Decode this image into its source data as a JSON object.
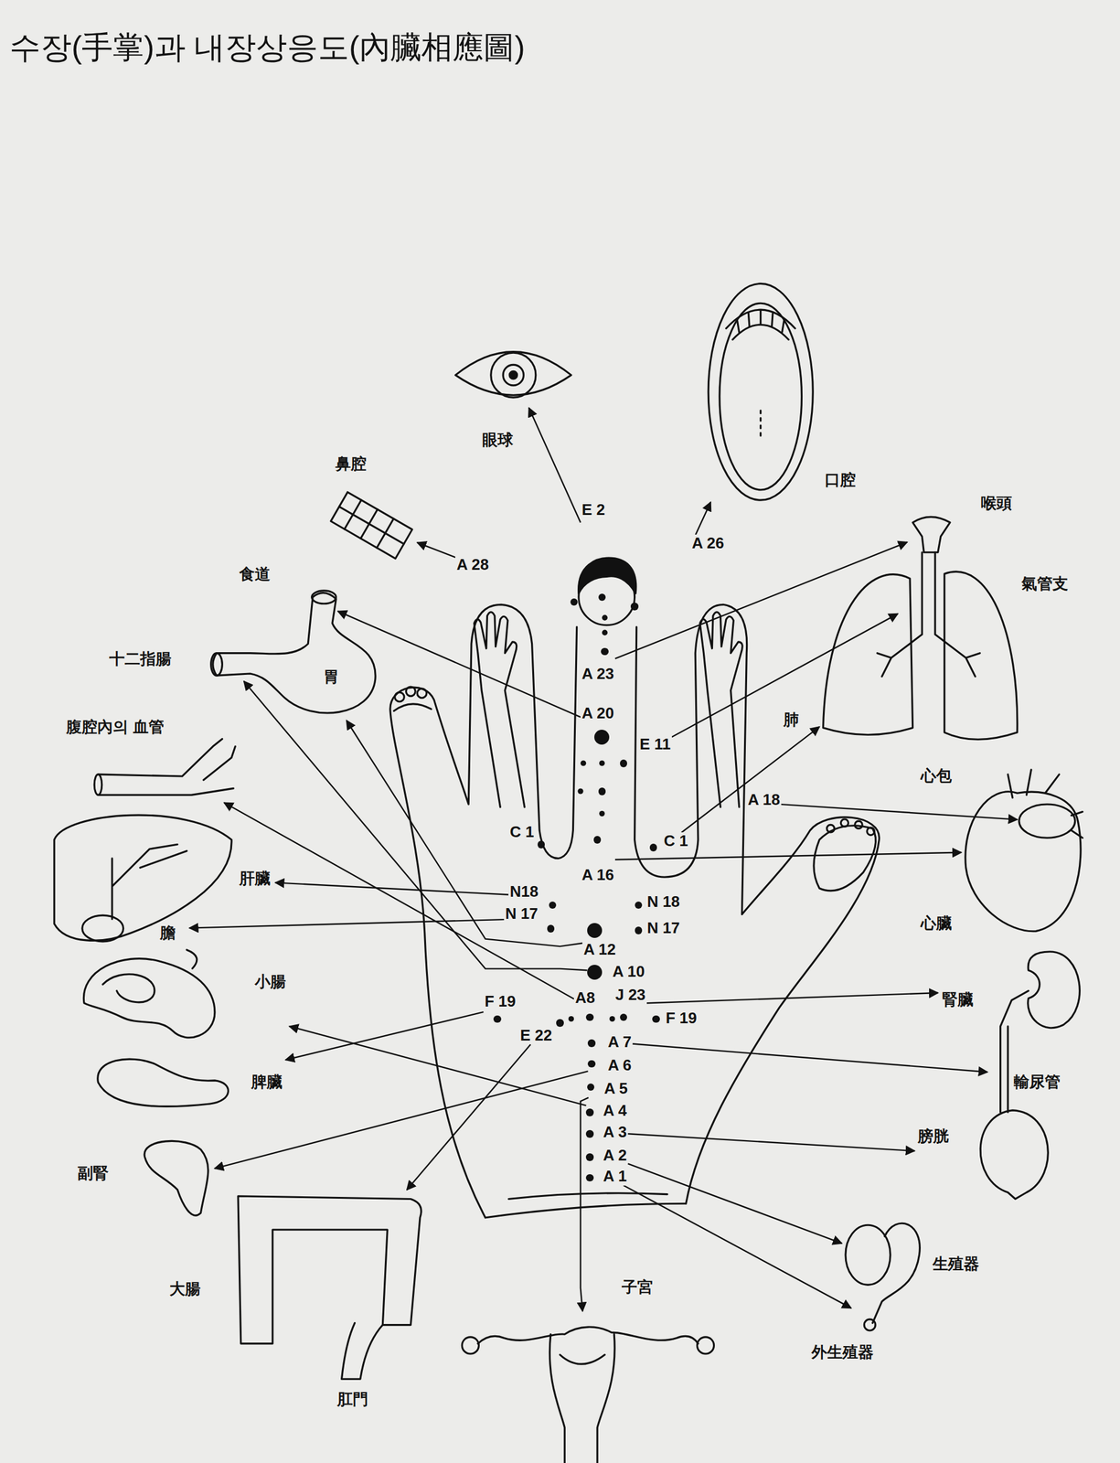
{
  "diagram": {
    "title": "수장(手掌)과 내장상응도(內臟相應圖)",
    "nodes": [
      {
        "text": [
          "眼球"
        ]
      },
      {
        "text": [
          "鼻腔"
        ]
      },
      {
        "text": [
          "口腔"
        ]
      },
      {
        "text": [
          "E 2"
        ]
      },
      {
        "text": [
          "A 26"
        ]
      },
      {
        "text": [
          "A 28"
        ]
      },
      {
        "text": [
          "食道"
        ]
      },
      {
        "text": [
          "喉頭"
        ]
      },
      {
        "text": [
          "肺"
        ]
      },
      {
        "text": [
          "氣管支"
        ],
        "in": 8
      },
      {
        "text": [
          "十二指腸"
        ]
      },
      {
        "text": [
          "A 23"
        ]
      },
      {
        "text": [
          "A 20"
        ]
      },
      {
        "text": [
          "E 11"
        ]
      },
      {
        "text": [
          "胃"
        ]
      },
      {
        "text": [
          "腹腔內의 血管"
        ]
      },
      {
        "text": [
          "A 18"
        ]
      },
      {
        "text": [
          "心臟"
        ]
      },
      {
        "text": [
          "心包"
        ],
        "in": 17
      },
      {
        "text": [
          "C 1"
        ]
      },
      {
        "text": [
          "C 1"
        ]
      },
      {
        "text": [
          "A 16"
        ]
      },
      {
        "text": [
          "肝臟"
        ]
      },
      {
        "text": [
          "膽"
        ],
        "in": 22
      },
      {
        "text": [
          "N18"
        ]
      },
      {
        "text": [
          "N 17"
        ]
      },
      {
        "text": [
          "N 18"
        ]
      },
      {
        "text": [
          "N 17"
        ]
      },
      {
        "text": [
          "A 12"
        ]
      },
      {
        "text": [
          "A 10"
        ]
      },
      {
        "text": [
          "小腸"
        ]
      },
      {
        "text": [
          "腎臟"
        ]
      },
      {
        "text": [
          "A8"
        ]
      },
      {
        "text": [
          "J 23"
        ]
      },
      {
        "text": [
          "F 19"
        ]
      },
      {
        "text": [
          "F 19"
        ]
      },
      {
        "text": [
          "E 22"
        ]
      },
      {
        "text": [
          "脾臟"
        ]
      },
      {
        "text": [
          "A 7"
        ]
      },
      {
        "text": [
          "A 6"
        ]
      },
      {
        "text": [
          "輸尿管"
        ]
      },
      {
        "text": [
          "A 5"
        ]
      },
      {
        "text": [
          "A 4"
        ]
      },
      {
        "text": [
          "A 3"
        ]
      },
      {
        "text": [
          "膀胱"
        ]
      },
      {
        "text": [
          "A 2"
        ]
      },
      {
        "text": [
          "A 1"
        ]
      },
      {
        "text": [
          "副腎"
        ]
      },
      {
        "text": [
          "大腸"
        ]
      },
      {
        "text": [
          "生殖器"
        ]
      },
      {
        "text": [
          "子宮"
        ]
      },
      {
        "text": [
          "外生殖器"
        ]
      }
    ],
    "edges": [
      {
        "from": 3,
        "to": 0,
        "arrow": "to"
      },
      {
        "from": 4,
        "to": 2,
        "arrow": "to"
      },
      {
        "from": 5,
        "to": 1,
        "arrow": "to"
      },
      {
        "from": 11,
        "to": 7,
        "arrow": "to"
      },
      {
        "from": 13,
        "to": 9,
        "arrow": "to"
      },
      {
        "from": 12,
        "to": 6,
        "arrow": "to"
      },
      {
        "from": 20,
        "to": 8,
        "arrow": "to"
      },
      {
        "from": 16,
        "to": 18,
        "arrow": "to"
      },
      {
        "from": 21,
        "to": 17,
        "arrow": "to"
      },
      {
        "from": 28,
        "to": 14,
        "arrow": "to"
      },
      {
        "from": 29,
        "to": 10,
        "arrow": "to"
      },
      {
        "from": 32,
        "to": 15,
        "arrow": "to"
      },
      {
        "from": 24,
        "to": 22,
        "arrow": "to"
      },
      {
        "from": 25,
        "to": 23,
        "arrow": "to"
      },
      {
        "from": 33,
        "to": 31,
        "arrow": "to"
      },
      {
        "from": 34,
        "to": 37,
        "arrow": "to"
      },
      {
        "from": 36,
        "to": 48,
        "arrow": "to"
      },
      {
        "from": 38,
        "to": 40,
        "arrow": "to"
      },
      {
        "from": 39,
        "to": 47,
        "arrow": "to"
      },
      {
        "from": 41,
        "to": 50,
        "arrow": "to"
      },
      {
        "from": 42,
        "to": 30,
        "arrow": "to"
      },
      {
        "from": 43,
        "to": 44,
        "arrow": "to"
      },
      {
        "from": 45,
        "to": 49,
        "arrow": "to"
      },
      {
        "from": 46,
        "to": 51,
        "arrow": "to"
      }
    ],
    "labels": [
      "肛門"
    ]
  }
}
